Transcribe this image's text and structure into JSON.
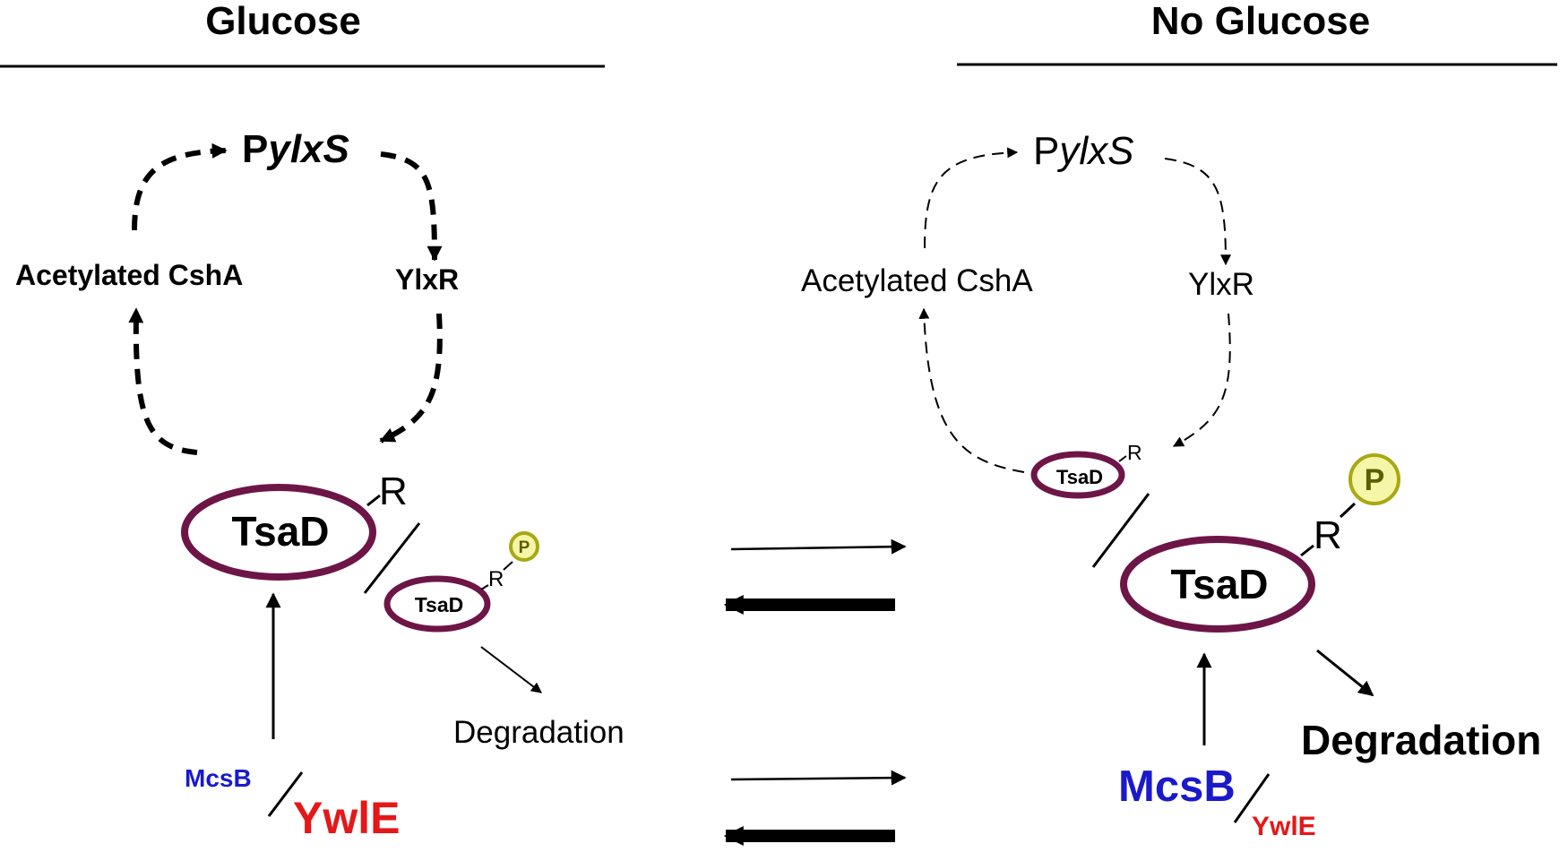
{
  "left_panel": {
    "heading": "Glucose",
    "promoter_prefix": "P",
    "promoter_gene": "ylxS",
    "acetylated_label": "Acetylated CshA",
    "ylxr_label": "YlxR",
    "tsad_large": "TsaD",
    "tsad_large_residue": "R",
    "tsad_small": "TsaD",
    "tsad_small_residue": "R",
    "phospho_small": "P",
    "degradation": "Degradation",
    "mcsb": "McsB",
    "ywle": "YwlE"
  },
  "right_panel": {
    "heading": "No Glucose",
    "promoter_prefix": "P",
    "promoter_gene": "ylxS",
    "acetylated_label": "Acetylated CshA",
    "ylxr_label": "YlxR",
    "tsad_small": "TsaD",
    "tsad_small_residue": "R",
    "tsad_large": "TsaD",
    "tsad_large_residue": "R",
    "phospho_large": "P",
    "degradation": "Degradation",
    "mcsb": "McsB",
    "ywle": "YwlE"
  },
  "colors": {
    "tsad_outline": "#6e1547",
    "phospho_fill": "#f6f6a8",
    "phospho_stroke": "#a8a815",
    "phospho_text": "#5d5d00",
    "mcsb": "#1a1acb",
    "ywle": "#e41818",
    "ink": "#000000"
  }
}
